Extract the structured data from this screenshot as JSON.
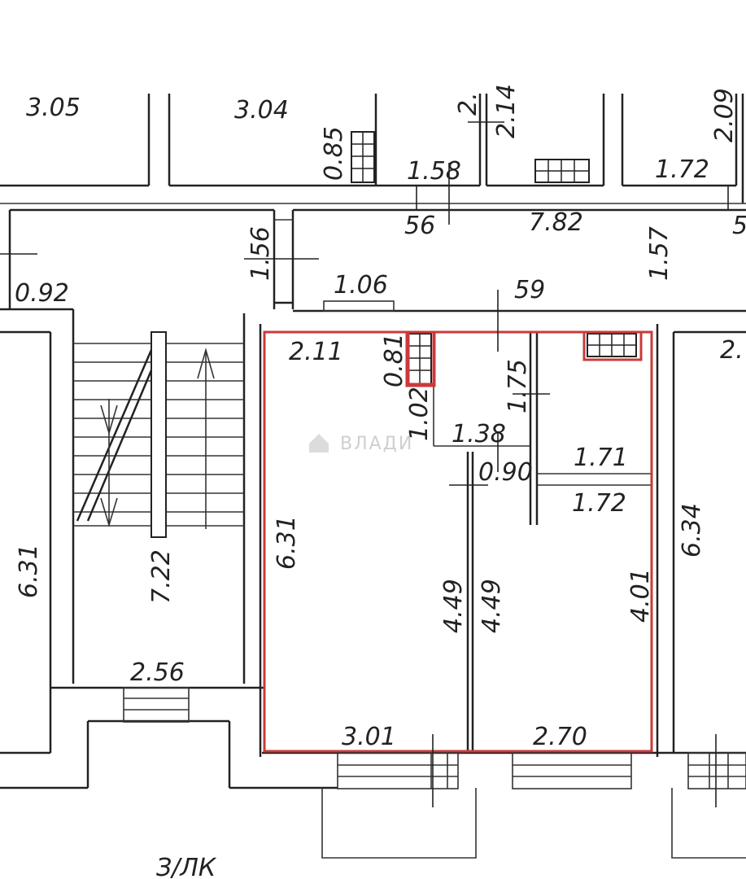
{
  "plan": {
    "watermark": "ВЛАДИ",
    "corner_label": "З/ЛК",
    "highlight_color": "#c93a3a",
    "dimensions": {
      "top_305": "3.05",
      "top_304": "3.04",
      "d_085": "0.85",
      "d_158": "1.58",
      "d_2_partial": "2.",
      "d_214": "2.14",
      "d_209": "2.09",
      "d_172_top": "1.72",
      "d_56": "56",
      "d_782": "7.82",
      "d_5_partial": "5",
      "d_156": "1.56",
      "d_157": "1.57",
      "d_092": "0.92",
      "d_106": "1.06",
      "d_59": "59",
      "d_211": "2.11",
      "d_081": "0.81",
      "d_175": "1.75",
      "d_2_right": "2.",
      "d_102": "1.02",
      "d_138": "1.38",
      "d_090": "0.90",
      "d_171": "1.71",
      "d_172": "1.72",
      "d_631_left": "6.31",
      "d_722": "7.22",
      "d_631_room": "6.31",
      "d_449_a": "4.49",
      "d_449_b": "4.49",
      "d_401": "4.01",
      "d_634": "6.34",
      "d_256": "2.56",
      "d_301": "3.01",
      "d_270": "2.70"
    }
  }
}
